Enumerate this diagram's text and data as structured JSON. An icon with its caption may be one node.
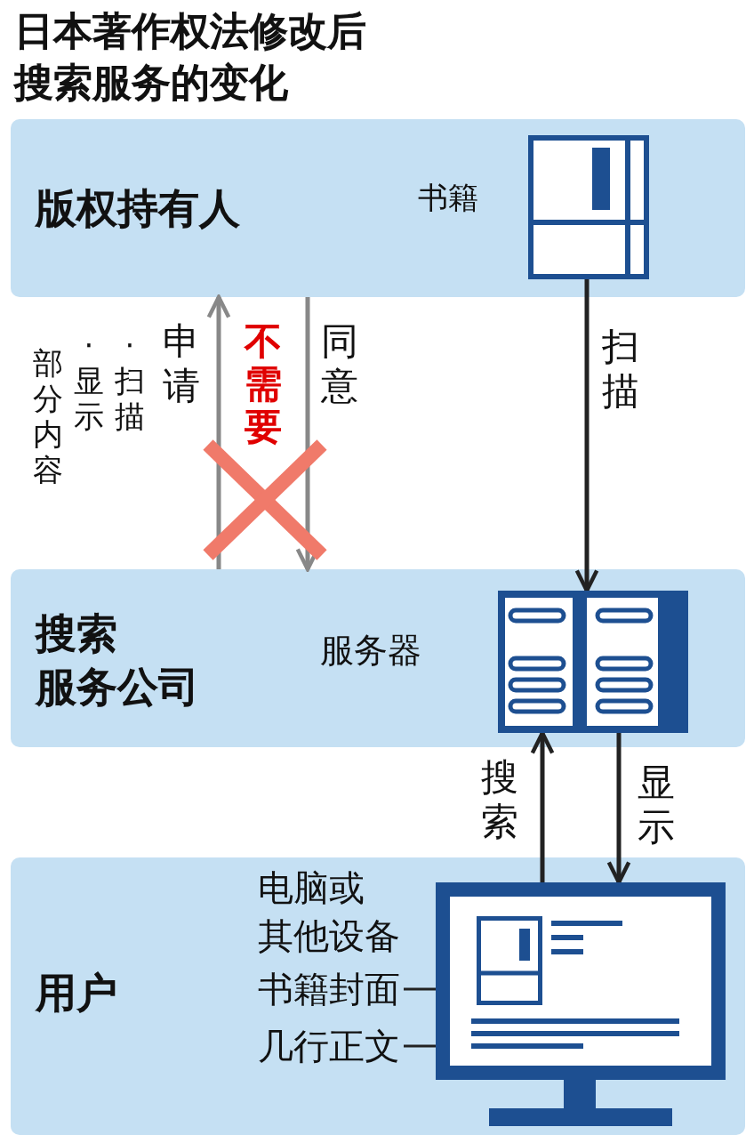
{
  "diagram": {
    "title": "日本著作权法修改后搜索服务的变化",
    "nodes": [
      {
        "text": [
          "版权持有人"
        ]
      },
      {
        "text": [],
        "shape": "book",
        "beside": [
          "书籍"
        ],
        "in": 0
      },
      {
        "text": [
          "搜索服务公司"
        ]
      },
      {
        "text": [],
        "shape": "server",
        "beside": [
          "服务器"
        ],
        "in": 2
      },
      {
        "text": [
          "用户"
        ]
      },
      {
        "text": [],
        "shape": "monitor",
        "in": 4
      },
      {
        "text": [],
        "shape": "box",
        "in": 5
      },
      {
        "text": [],
        "shape": "lines",
        "in": 5
      },
      {
        "text": [
          "书籍封面"
        ],
        "in": 4
      },
      {
        "text": [
          "几行正文"
        ],
        "in": 4
      }
    ],
    "edges": [
      {
        "from": 1,
        "to": 3,
        "arrow": "to",
        "label": "扫描"
      },
      {
        "from": 2,
        "to": 0,
        "arrow": "to",
        "label": "申请",
        "color": "#888888"
      },
      {
        "from": 0,
        "to": 2,
        "arrow": "to",
        "label": "同意",
        "color": "#888888"
      },
      {
        "from": 5,
        "to": 3,
        "arrow": "to",
        "label": "搜索"
      },
      {
        "from": 3,
        "to": 5,
        "arrow": "to",
        "label": "显示"
      },
      {
        "from": 8,
        "to": 6,
        "arrow": "none"
      },
      {
        "from": 9,
        "to": 7,
        "arrow": "none"
      }
    ],
    "labels": [
      "·扫描",
      "·显示",
      "部分内容",
      "不需要",
      "电脑或其他设备"
    ]
  }
}
